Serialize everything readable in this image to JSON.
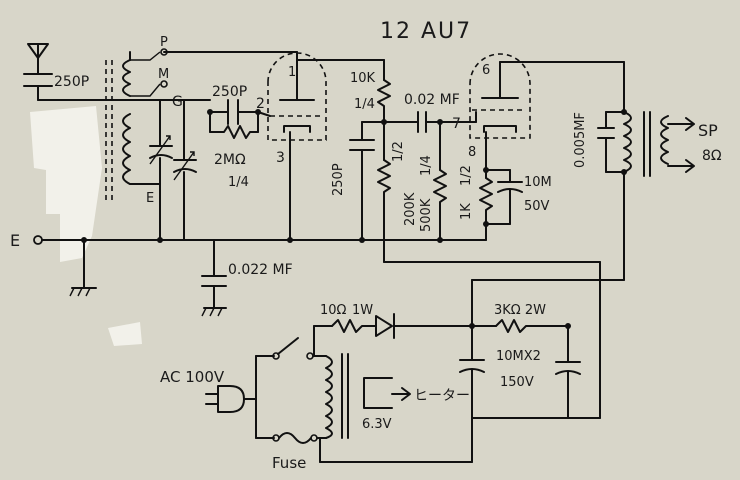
{
  "diagram": {
    "tube_label": "12 AU7",
    "labels": {
      "antenna_cap": "250P",
      "coil_p": "P",
      "coil_m": "M",
      "coil_g": "G",
      "coil_e": "E",
      "grid_cap": "250P",
      "grid_resistor": "2MΩ",
      "grid_resistor_w": "1/4",
      "pin_1": "1",
      "pin_2": "2",
      "pin_3": "3",
      "plate_resistor": "10K",
      "plate_resistor_w": "1/4",
      "bypass_cap": "250P",
      "coupling_cap": "0.02 MF",
      "load_resistor": "200K",
      "load_resistor_w": "1/2",
      "grid_leak": "500K",
      "grid_leak_w": "1/4",
      "pin_6": "6",
      "pin_7": "7",
      "pin_8": "8",
      "cathode_resistor": "1K",
      "cathode_resistor_w": "1/2",
      "cathode_cap": "10M",
      "cathode_cap_v": "50V",
      "speaker_cap": "0.005MF",
      "speaker": "SP",
      "speaker_ohm": "8Ω",
      "ground_terminal": "E",
      "ground_cap": "0.022 MF",
      "rect_resistor": "10Ω",
      "rect_resistor_w": "1W",
      "filter_resistor": "3KΩ 2W",
      "filter_caps": "10MX2",
      "filter_caps_v": "150V",
      "ac_input": "AC 100V",
      "heater": "ヒーター",
      "heater_v": "6.3V",
      "fuse": "Fuse"
    }
  },
  "colors": {
    "paper": "#d8d6c9",
    "ink": "#111111",
    "smudge": "#f2f1ea"
  }
}
